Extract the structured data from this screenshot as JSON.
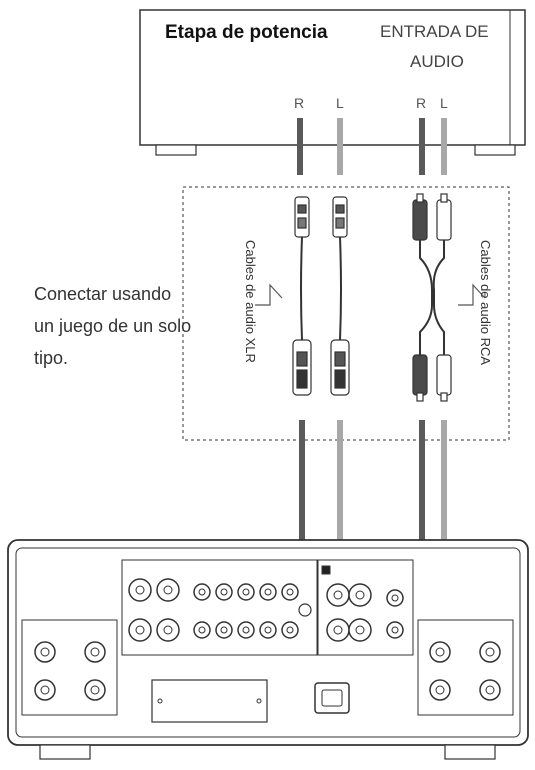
{
  "power_amp": {
    "title": "Etapa de potencia",
    "input_label_line1": "ENTRADA DE",
    "input_label_line2": "AUDIO",
    "channels": [
      "R",
      "L",
      "R",
      "L"
    ]
  },
  "instruction": "Conectar usando un juego de un solo tipo.",
  "cables": {
    "xlr_label": "Cables de audio XLR",
    "rca_label": "Cables de audio RCA"
  },
  "colors": {
    "right_channel": "#5a5a5a",
    "left_channel": "#a8a8a8",
    "outline": "#333333"
  }
}
